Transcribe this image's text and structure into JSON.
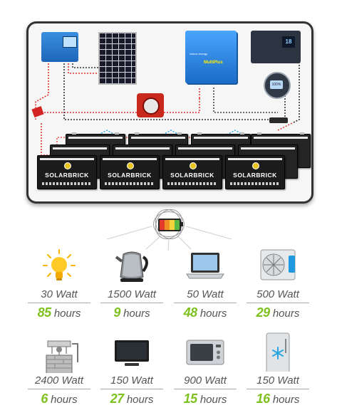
{
  "system": {
    "battery_brand": "SOLARBRICK",
    "inverter_label": "MultiPlus",
    "inverter_brand": "victron energy",
    "control_display": "18",
    "monitor_display": "100%"
  },
  "appliances": [
    {
      "watt": "30 Watt",
      "hours_value": "85",
      "hours_unit": "hours",
      "icon": "light-bulb-icon"
    },
    {
      "watt": "1500 Watt",
      "hours_value": "9",
      "hours_unit": "hours",
      "icon": "kettle-icon"
    },
    {
      "watt": "50 Watt",
      "hours_value": "48",
      "hours_unit": "hours",
      "icon": "laptop-icon"
    },
    {
      "watt": "500 Watt",
      "hours_value": "29",
      "hours_unit": "hours",
      "icon": "air-conditioner-icon"
    },
    {
      "watt": "2400 Watt",
      "hours_value": "6",
      "hours_unit": "hours",
      "icon": "well-pump-icon"
    },
    {
      "watt": "150 Watt",
      "hours_value": "27",
      "hours_unit": "hours",
      "icon": "television-icon"
    },
    {
      "watt": "900 Watt",
      "hours_value": "15",
      "hours_unit": "hours",
      "icon": "microwave-icon"
    },
    {
      "watt": "150 Watt",
      "hours_value": "16",
      "hours_unit": "hours",
      "icon": "freezer-icon"
    }
  ],
  "colors": {
    "accent_green": "#7ec11f",
    "victron_blue": "#2a7fd6",
    "switch_red": "#c9281c"
  }
}
